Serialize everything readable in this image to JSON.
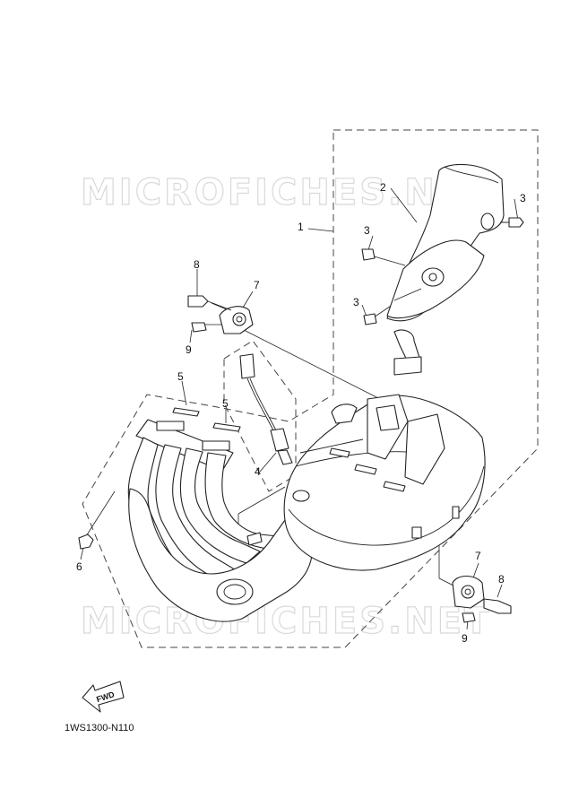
{
  "watermark": {
    "top": "MICROFICHES.NET",
    "bottom": "MICROFICHES.NET"
  },
  "callouts": [
    "1",
    "2",
    "3",
    "3",
    "3",
    "4",
    "5",
    "5",
    "6",
    "7",
    "8",
    "9",
    "7",
    "8",
    "9"
  ],
  "fwd_label": "FWD",
  "diagram_code": "1WS1300-N110",
  "colors": {
    "line": "#222222",
    "watermark_stroke": "#d9d9d9",
    "background": "#ffffff"
  }
}
